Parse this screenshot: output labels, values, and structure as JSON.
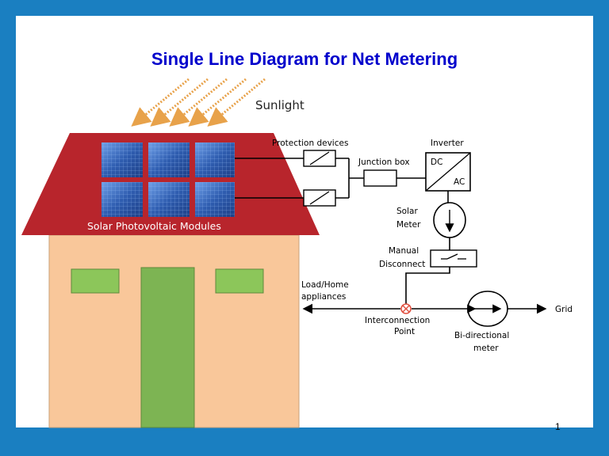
{
  "title": "Single Line Diagram for Net Metering",
  "page_number": "1",
  "labels": {
    "sunlight": "Sunlight",
    "pv_modules": "Solar Photovoltaic Modules",
    "protection": "Protection devices",
    "junction": "Junction box",
    "inverter": "Inverter",
    "dc": "DC",
    "ac": "AC",
    "solar_meter_1": "Solar",
    "solar_meter_2": "Meter",
    "manual_1": "Manual",
    "manual_2": "Disconnect",
    "load_1": "Load/Home",
    "load_2": "appliances",
    "interconnect_1": "Interconnection",
    "interconnect_2": "Point",
    "bidir_1": "Bi-directional",
    "bidir_2": "meter",
    "grid": "Grid"
  },
  "colors": {
    "frame": "#1a7fc1",
    "title": "#0000cc",
    "roof": "#b8252c",
    "wall": "#f9c79a",
    "window": "#8cc65a",
    "door": "#7db453",
    "panel": "#2f5db0",
    "sun_arrow": "#e8a24a",
    "interconnect": "#e05040"
  }
}
